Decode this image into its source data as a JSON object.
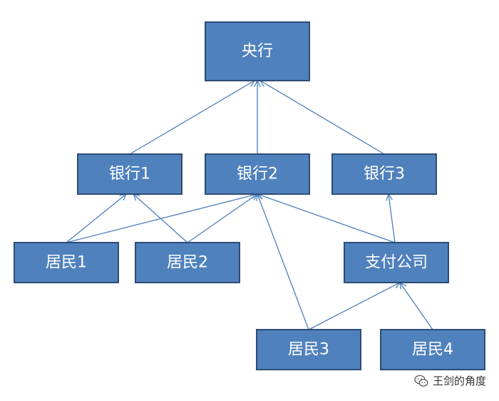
{
  "nodes": {
    "central_bank": "央行",
    "bank1": "银行1",
    "bank2": "银行2",
    "bank3": "银行3",
    "resident1": "居民1",
    "resident2": "居民2",
    "payment_company": "支付公司",
    "resident3": "居民3",
    "resident4": "居民4"
  },
  "edges": [
    {
      "from": "bank1",
      "to": "central_bank"
    },
    {
      "from": "bank2",
      "to": "central_bank"
    },
    {
      "from": "bank3",
      "to": "central_bank"
    },
    {
      "from": "resident1",
      "to": "bank1"
    },
    {
      "from": "resident1",
      "to": "bank2"
    },
    {
      "from": "resident2",
      "to": "bank1"
    },
    {
      "from": "resident2",
      "to": "bank2"
    },
    {
      "from": "payment_company",
      "to": "bank2"
    },
    {
      "from": "payment_company",
      "to": "bank3"
    },
    {
      "from": "resident3",
      "to": "bank2"
    },
    {
      "from": "resident3",
      "to": "payment_company"
    },
    {
      "from": "resident4",
      "to": "payment_company"
    }
  ],
  "colors": {
    "node_fill": "#4f81bd",
    "node_border": "#2c4d75",
    "edge": "#4a7ebb",
    "node_text": "#ffffff"
  },
  "watermark": {
    "text": "王剑的角度",
    "icon": "wechat-icon"
  }
}
